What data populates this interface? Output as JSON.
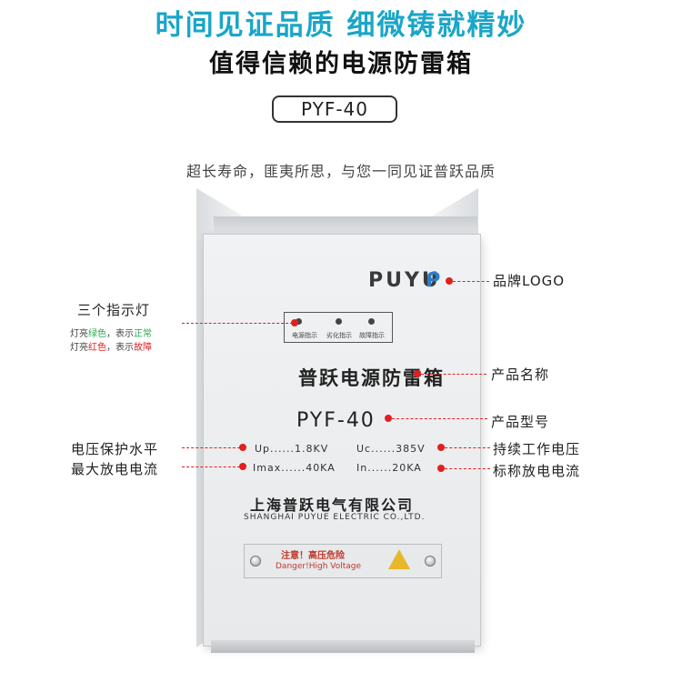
{
  "header": {
    "headline": "时间见证品质  细微铸就精妙",
    "subhead": "值得信赖的电源防雷箱",
    "model_pill": "PYF-40",
    "tagline": "超长寿命，匪夷所思，与您一同见证普跃品质"
  },
  "device": {
    "brand": "PUYU",
    "indicators": [
      "电源指示",
      "劣化指示",
      "故障指示"
    ],
    "product_name": "普跃电源防雷箱",
    "product_model": "PYF-40",
    "specs": {
      "up": "Up......1.8KV",
      "imax": "Imax......40KA",
      "uc": "Uc......385V",
      "in": "In......20KA"
    },
    "company_cn": "上海普跃电气有限公司",
    "company_en": "SHANGHAI PUYUE ELECTRIC CO.,LTD.",
    "warning_cn": "注意！高压危险",
    "warning_en": "Danger!High Voltage"
  },
  "callouts": {
    "logo": "品牌LOGO",
    "indicators": "三个指示灯",
    "legend_green_prefix": "灯亮",
    "legend_green_color": "绿色",
    "legend_green_suffix": "，表示",
    "legend_green_state": "正常",
    "legend_red_prefix": "灯亮",
    "legend_red_color": "红色",
    "legend_red_suffix": "，表示",
    "legend_red_state": "故障",
    "product_name": "产品名称",
    "product_model": "产品型号",
    "voltage_protect": "电压保护水平",
    "max_discharge": "最大放电电流",
    "continuous_voltage": "持续工作电压",
    "nominal_discharge": "标称放电电流"
  },
  "colors": {
    "headline": "#1aa6c8",
    "callout_line": "#e02020",
    "status_ok": "#2ea44f",
    "status_fault": "#e02020"
  }
}
